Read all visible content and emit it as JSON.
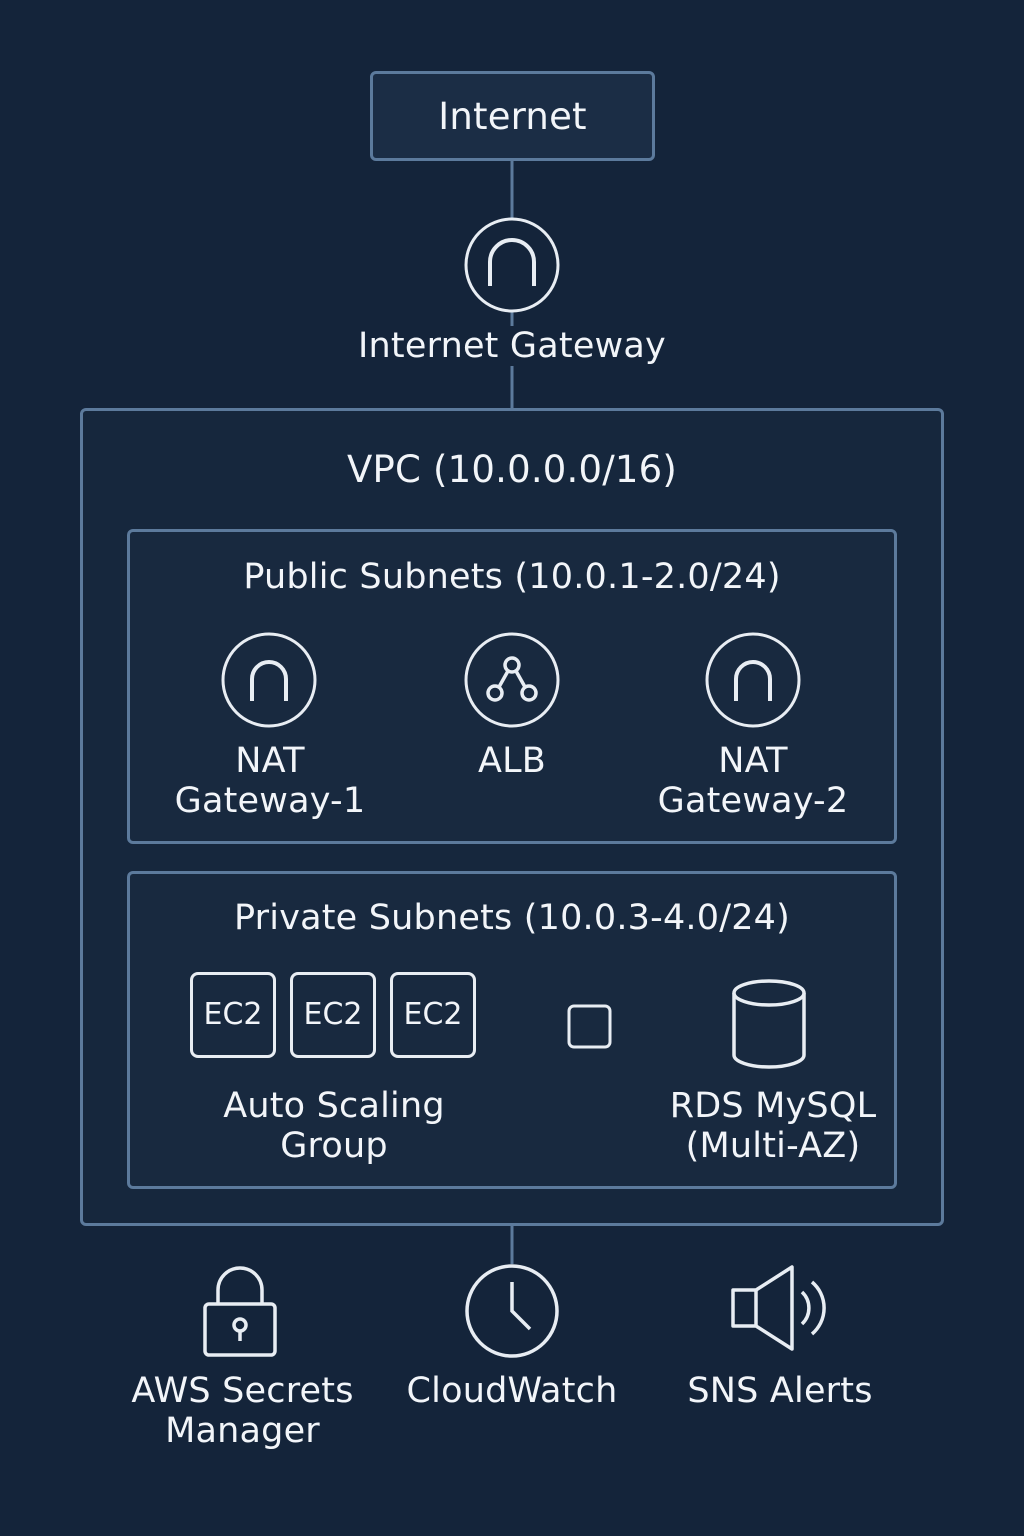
{
  "internet": {
    "label": "Internet"
  },
  "igw": {
    "label": "Internet Gateway",
    "icon": "gateway-icon"
  },
  "vpc": {
    "label": "VPC (10.0.0.0/16)"
  },
  "public_subnets": {
    "label": "Public Subnets (10.0.1-2.0/24)",
    "nat1": {
      "line1": "NAT",
      "line2": "Gateway-1",
      "icon": "gateway-icon"
    },
    "alb": {
      "label": "ALB",
      "icon": "load-balancer-icon"
    },
    "nat2": {
      "line1": "NAT",
      "line2": "Gateway-2",
      "icon": "gateway-icon"
    }
  },
  "private_subnets": {
    "label": "Private Subnets (10.0.3-4.0/24)",
    "ec2_instances": [
      "EC2",
      "EC2",
      "EC2"
    ],
    "asg": {
      "line1": "Auto Scaling",
      "line2": "Group"
    },
    "rds": {
      "line1": "RDS MySQL",
      "line2": "(Multi-AZ)",
      "icon": "database-icon"
    }
  },
  "services": {
    "secrets": {
      "line1": "AWS Secrets",
      "line2": "Manager",
      "icon": "lock-icon"
    },
    "cloudwatch": {
      "label": "CloudWatch",
      "icon": "clock-icon"
    },
    "sns": {
      "label": "SNS Alerts",
      "icon": "speaker-icon"
    }
  },
  "colors": {
    "background": "#14243a",
    "border": "#5c7a9c",
    "icon_stroke": "#e8edf3",
    "text": "#f2f5f9"
  }
}
